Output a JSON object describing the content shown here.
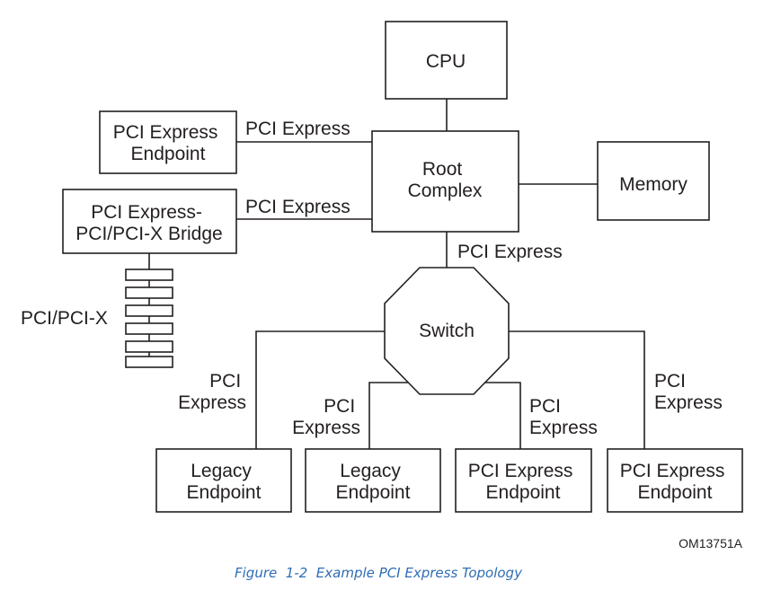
{
  "diagram": {
    "nodes": {
      "cpu": "CPU",
      "root_complex": [
        "Root",
        "Complex"
      ],
      "memory": "Memory",
      "pcie_endpoint_top": [
        "PCI Express",
        "Endpoint"
      ],
      "bridge": [
        "PCI Express-",
        "PCI/PCI-X Bridge"
      ],
      "switch": "Switch",
      "legacy_endpoint_1": [
        "Legacy",
        "Endpoint"
      ],
      "legacy_endpoint_2": [
        "Legacy",
        "Endpoint"
      ],
      "pcie_endpoint_3": [
        "PCI Express",
        "Endpoint"
      ],
      "pcie_endpoint_4": [
        "PCI Express",
        "Endpoint"
      ]
    },
    "bus_label": "PCI/PCI-X",
    "link_labels": {
      "endpoint_link": "PCI Express",
      "bridge_link": "PCI Express",
      "switch_uplink": "PCI Express",
      "link_1": [
        "PCI",
        "Express"
      ],
      "link_2": [
        "PCI",
        "Express"
      ],
      "link_3": [
        "PCI",
        "Express"
      ],
      "link_4": [
        "PCI",
        "Express"
      ]
    },
    "figure_id": "OM13751A",
    "caption": "Figure  1-2  Example PCI Express Topology"
  }
}
